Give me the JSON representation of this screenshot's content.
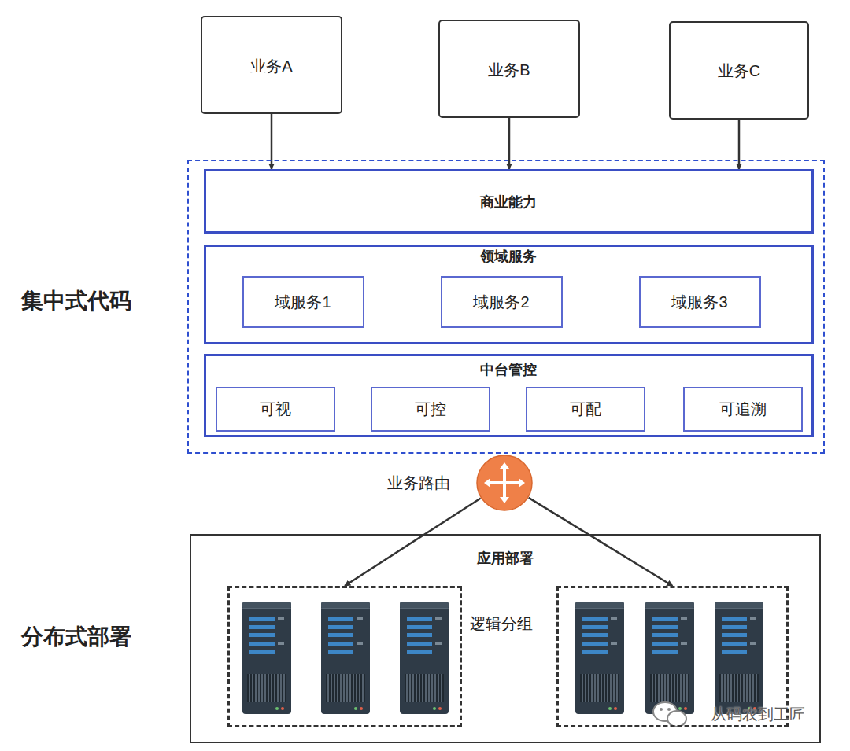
{
  "diagram": {
    "nodes": [
      {
        "text": [
          "业务A"
        ]
      },
      {
        "text": [
          "业务B"
        ]
      },
      {
        "text": [
          "业务C"
        ]
      },
      {
        "text": [
          "集中式代码"
        ]
      },
      {
        "text": [
          "商业能力"
        ],
        "in": 3
      },
      {
        "text": [
          "领域服务"
        ],
        "in": 3
      },
      {
        "text": [
          "域服务1"
        ],
        "in": 5
      },
      {
        "text": [
          "域服务2"
        ],
        "in": 5
      },
      {
        "text": [
          "域服务3"
        ],
        "in": 5
      },
      {
        "text": [
          "中台管控"
        ],
        "in": 3
      },
      {
        "text": [
          "可视"
        ],
        "in": 9
      },
      {
        "text": [
          "可控"
        ],
        "in": 9
      },
      {
        "text": [
          "可配"
        ],
        "in": 9
      },
      {
        "text": [
          "可追溯"
        ],
        "in": 9
      },
      {
        "text": [
          "业务路由"
        ]
      },
      {
        "text": [
          "分布式部署",
          "应用部署"
        ]
      },
      {
        "text": [
          "逻辑分组"
        ],
        "in": 15
      },
      {
        "text": [],
        "in": 15
      }
    ],
    "edges": [
      {
        "from": 0,
        "to": 4,
        "arrow": "to"
      },
      {
        "from": 1,
        "to": 4,
        "arrow": "to"
      },
      {
        "from": 2,
        "to": 4,
        "arrow": "to"
      },
      {
        "from": 14,
        "to": 16,
        "arrow": "to"
      },
      {
        "from": 14,
        "to": 17,
        "arrow": "to"
      }
    ],
    "labels": [
      "从码农到工匠"
    ]
  }
}
